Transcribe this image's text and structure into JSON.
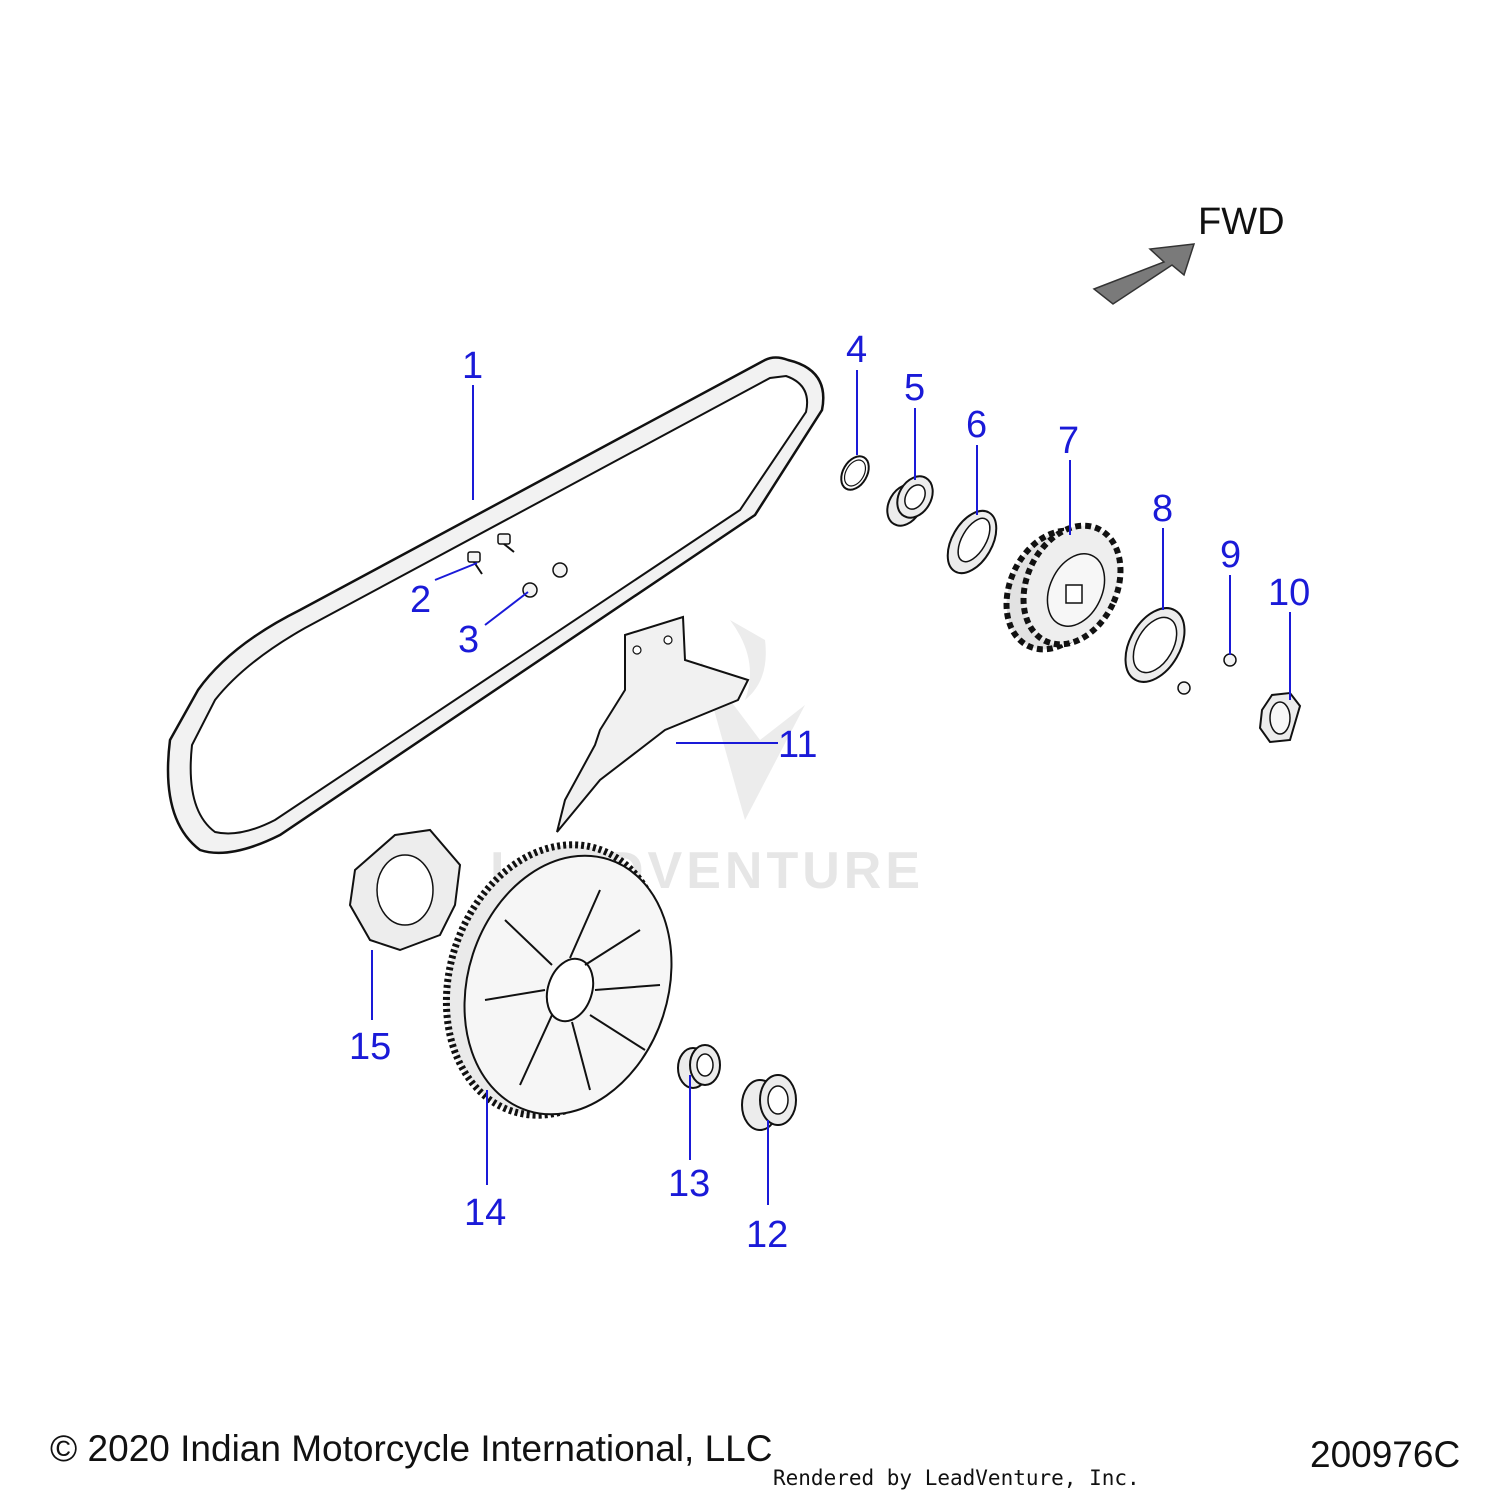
{
  "diagram": {
    "direction_label": "FWD",
    "watermark_text": "LEADVENTURE",
    "callout_color": "#1a1ad8",
    "callouts": [
      {
        "label": "1",
        "part": "drive belt"
      },
      {
        "label": "2",
        "part": "bolt"
      },
      {
        "label": "3",
        "part": "nut"
      },
      {
        "label": "4",
        "part": "ring"
      },
      {
        "label": "5",
        "part": "spacer"
      },
      {
        "label": "6",
        "part": "seal"
      },
      {
        "label": "7",
        "part": "front sprocket"
      },
      {
        "label": "8",
        "part": "lock plate"
      },
      {
        "label": "9",
        "part": "screw"
      },
      {
        "label": "10",
        "part": "nut"
      },
      {
        "label": "11",
        "part": "belt guard"
      },
      {
        "label": "12",
        "part": "bearing"
      },
      {
        "label": "13",
        "part": "spacer"
      },
      {
        "label": "14",
        "part": "rear pulley"
      },
      {
        "label": "15",
        "part": "cushion drive"
      }
    ]
  },
  "footer": {
    "copyright": "© 2020 Indian Motorcycle International, LLC",
    "rendered_by": "Rendered by LeadVenture, Inc.",
    "figure_id": "200976C"
  }
}
